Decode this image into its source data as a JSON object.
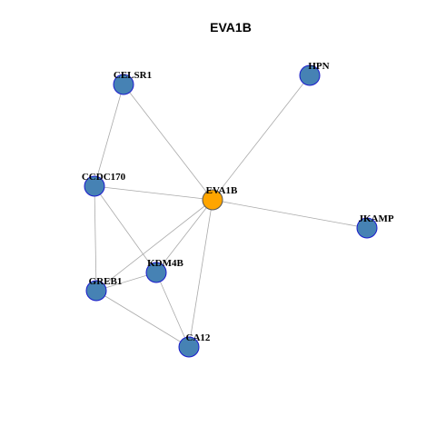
{
  "title": "EVA1B",
  "colors": {
    "node_fill": "#4682b4",
    "node_stroke": "#1a1acc",
    "center_fill": "#ffa500",
    "center_stroke": "#555555",
    "edge": "#a9a9a9"
  },
  "nodes": [
    {
      "id": "EVA1B",
      "label": "EVA1B",
      "center": true
    },
    {
      "id": "CELSR1",
      "label": "CELSR1"
    },
    {
      "id": "HPN",
      "label": "HPN"
    },
    {
      "id": "CCDC170",
      "label": "CCDC170"
    },
    {
      "id": "JKAMP",
      "label": "JKAMP"
    },
    {
      "id": "KDM4B",
      "label": "KDM4B"
    },
    {
      "id": "GREB1",
      "label": "GREB1"
    },
    {
      "id": "CA12",
      "label": "CA12"
    }
  ],
  "edges": [
    [
      "CELSR1",
      "EVA1B"
    ],
    [
      "CELSR1",
      "CCDC170"
    ],
    [
      "HPN",
      "EVA1B"
    ],
    [
      "CCDC170",
      "EVA1B"
    ],
    [
      "CCDC170",
      "KDM4B"
    ],
    [
      "CCDC170",
      "GREB1"
    ],
    [
      "EVA1B",
      "JKAMP"
    ],
    [
      "EVA1B",
      "KDM4B"
    ],
    [
      "EVA1B",
      "GREB1"
    ],
    [
      "EVA1B",
      "CA12"
    ],
    [
      "KDM4B",
      "GREB1"
    ],
    [
      "KDM4B",
      "CA12"
    ],
    [
      "GREB1",
      "CA12"
    ]
  ]
}
